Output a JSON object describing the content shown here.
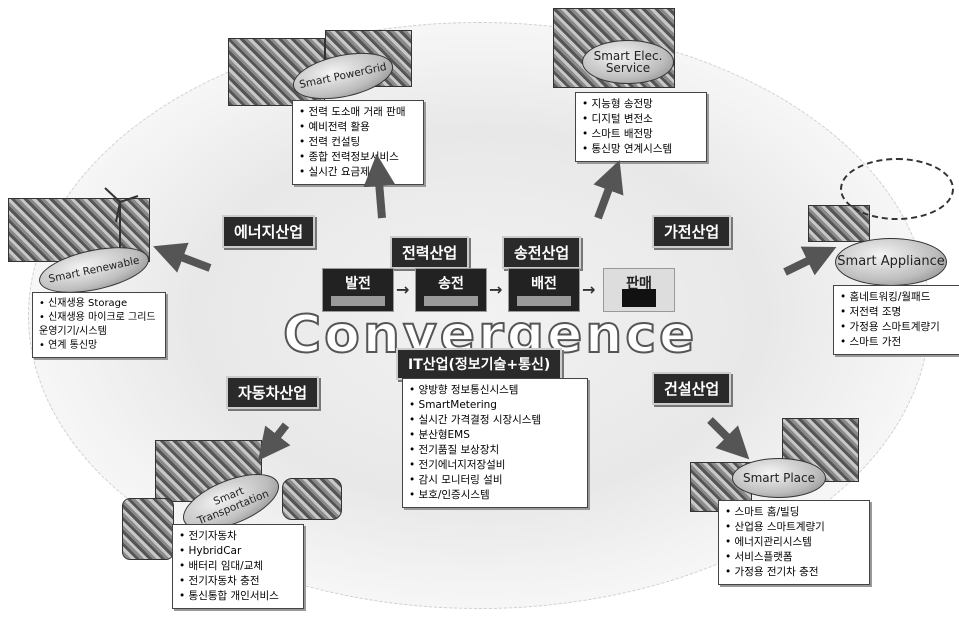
{
  "center": {
    "convergence": "Convergence",
    "stages": [
      "발전",
      "송전",
      "배전",
      "판매"
    ],
    "it_label": "IT산업(정보기술+통신)",
    "it_bullets": [
      "양방향 정보통신시스템",
      "SmartMetering",
      "실시간 가격결정 시장시스템",
      "분산형EMS",
      "전기품질 보상장치",
      "전기에너지저장설비",
      "감시 모니터링 설비",
      "보호/인증시스템"
    ]
  },
  "industries": {
    "energy": "에너지산업",
    "power": "전력산업",
    "transmission": "송전산업",
    "appliance": "가전산업",
    "automotive": "자동차산업",
    "construction": "건설산업"
  },
  "sectors": {
    "powergrid": {
      "title": "Smart PowerGrid",
      "bullets": [
        "전력 도소매 거래 판매",
        "예비전력 활용",
        "전력 컨설팅",
        "종합 전력정보서비스",
        "실시간 요금제"
      ]
    },
    "elec": {
      "title": "Smart Elec. Service",
      "bullets": [
        "지능형 송전망",
        "디지털 변전소",
        "스마트 배전망",
        "통신망 연계시스템"
      ]
    },
    "renewable": {
      "title": "Smart Renewable",
      "bullets": [
        "신재생용 Storage",
        "신재생용 마이크로 그리드 운영기기/시스템",
        "연계 통신망"
      ]
    },
    "appliance": {
      "title": "Smart Appliance",
      "bullets": [
        "홈네트워킹/월패드",
        "저전력 조명",
        "가정용 스마트계량기",
        "스마트 가전"
      ]
    },
    "transport": {
      "title": "Smart Transportation",
      "bullets": [
        "전기자동차",
        "HybridCar",
        "배터리 임대/교체",
        "전기자동차 충전",
        "통신통합 개인서비스"
      ]
    },
    "place": {
      "title": "Smart Place",
      "bullets": [
        "스마트 홈/빌딩",
        "산업용 스마트계량기",
        "에너지관리시스템",
        "서비스플랫폼",
        "가정용 전기차 충전"
      ]
    }
  }
}
